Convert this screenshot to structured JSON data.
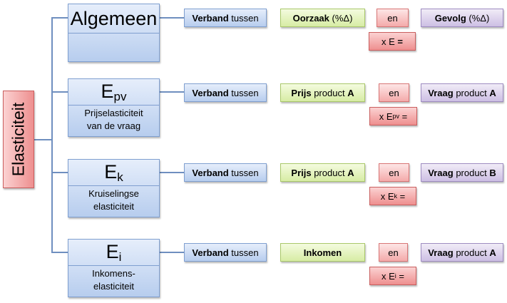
{
  "root": {
    "label": "Elasticiteit"
  },
  "rows": [
    {
      "symbol": "Algemeen",
      "sub": "",
      "desc1": "",
      "desc2": "",
      "verband_bold": "Verband",
      "verband_rest": " tussen",
      "cause_bold": "Oorzaak",
      "cause_rest": " (%Δ)",
      "en": "en",
      "effect_bold": "Gevolg",
      "effect_rest": " (%Δ)",
      "effect_bold2": "",
      "formula_pre": "x E",
      "formula_sub": "",
      "formula_post": " ="
    },
    {
      "symbol": "E",
      "sub": "pv",
      "desc1": "Prijselasticiteit",
      "desc2": "van de vraag",
      "verband_bold": "Verband",
      "verband_rest": " tussen",
      "cause_bold": "Prijs",
      "cause_rest": " product ",
      "cause_bold2": "A",
      "en": "en",
      "effect_bold": "Vraag",
      "effect_rest": " product ",
      "effect_bold2": "A",
      "formula_pre": "x E",
      "formula_sub": "pv",
      "formula_post": " ="
    },
    {
      "symbol": "E",
      "sub": "k",
      "desc1": "Kruiselingse",
      "desc2": "elasticiteit",
      "verband_bold": "Verband",
      "verband_rest": " tussen",
      "cause_bold": "Prijs",
      "cause_rest": " product ",
      "cause_bold2": "A",
      "en": "en",
      "effect_bold": "Vraag",
      "effect_rest": " product ",
      "effect_bold2": "B",
      "formula_pre": "x E",
      "formula_sub": "k",
      "formula_post": " ="
    },
    {
      "symbol": "E",
      "sub": "i",
      "desc1": "Inkomens-",
      "desc2": "elasticiteit",
      "verband_bold": "Verband",
      "verband_rest": " tussen",
      "cause_bold": "Inkomen",
      "cause_rest": "",
      "cause_bold2": "",
      "en": "en",
      "effect_bold": "Vraag",
      "effect_rest": " product ",
      "effect_bold2": "A",
      "formula_pre": "x E",
      "formula_sub": "i",
      "formula_post": " ="
    }
  ],
  "colors": {
    "connector": "#6f8fbf",
    "root": "#ee8f8f",
    "category": "#b7cdee",
    "cause": "#d7eca4",
    "effect": "#cdbfe4",
    "en": "#f4aaaa",
    "formula": "#ee8f8f"
  }
}
